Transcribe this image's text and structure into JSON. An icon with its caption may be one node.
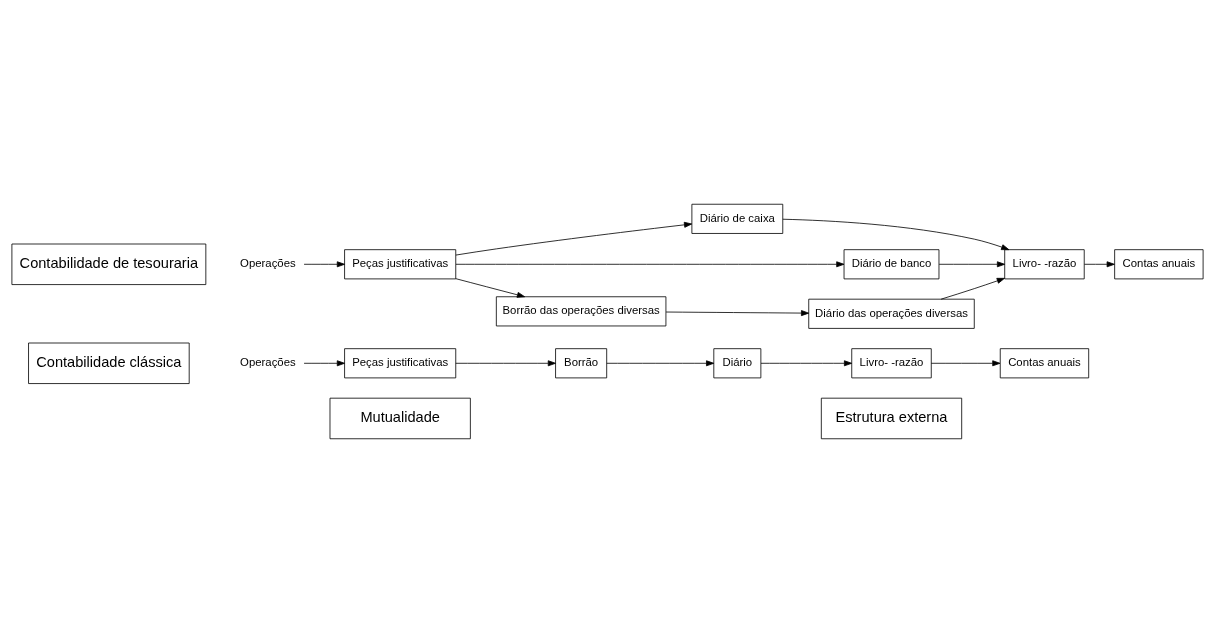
{
  "diagram": {
    "nodes": [
      {
        "text": [
          "Mutualidade"
        ]
      },
      {
        "text": [
          "Estrutura externa"
        ]
      },
      {
        "text": [
          "Contabilidade clássica"
        ]
      },
      {
        "text": [
          "Operações"
        ]
      },
      {
        "text": [
          "Peças justificativas"
        ]
      },
      {
        "text": [
          "Borrão"
        ]
      },
      {
        "text": [
          "Diário"
        ]
      },
      {
        "text": [
          "Livro- -razão"
        ]
      },
      {
        "text": [
          "Contas anuais"
        ]
      },
      {
        "text": [
          "Contabilidade de tesouraria"
        ]
      },
      {
        "text": [
          "Operações"
        ]
      },
      {
        "text": [
          "Peças justificativas"
        ]
      },
      {
        "text": [
          "Diário de caixa"
        ]
      },
      {
        "text": [
          "Diário de banco"
        ]
      },
      {
        "text": [
          "Borrão das operações diversas"
        ]
      },
      {
        "text": [
          "Diário das operações diversas"
        ]
      },
      {
        "text": [
          "Livro- -razão"
        ]
      },
      {
        "text": [
          "Contas anuais"
        ]
      }
    ],
    "edges": [
      {
        "from": 3,
        "to": 4,
        "arrow": "to"
      },
      {
        "from": 4,
        "to": 5,
        "arrow": "to"
      },
      {
        "from": 5,
        "to": 6,
        "arrow": "to"
      },
      {
        "from": 6,
        "to": 7,
        "arrow": "to"
      },
      {
        "from": 7,
        "to": 8,
        "arrow": "to"
      },
      {
        "from": 10,
        "to": 11,
        "arrow": "to"
      },
      {
        "from": 11,
        "to": 12,
        "arrow": "to"
      },
      {
        "from": 11,
        "to": 13,
        "arrow": "to"
      },
      {
        "from": 11,
        "to": 14,
        "arrow": "to"
      },
      {
        "from": 14,
        "to": 15,
        "arrow": "to"
      },
      {
        "from": 12,
        "to": 16,
        "arrow": "to"
      },
      {
        "from": 13,
        "to": 16,
        "arrow": "to"
      },
      {
        "from": 15,
        "to": 16,
        "arrow": "to"
      },
      {
        "from": 16,
        "to": 17,
        "arrow": "to"
      }
    ]
  }
}
